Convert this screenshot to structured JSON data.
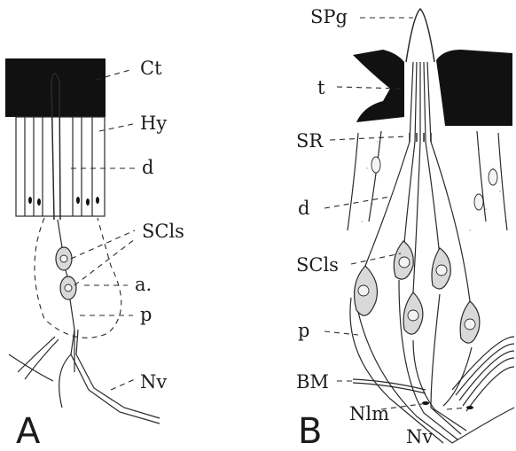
{
  "panel_a": {
    "letter": "A",
    "labels": {
      "ct": "Ct",
      "hy": "Hy",
      "d": "d",
      "scls": "SCls",
      "a": "a.",
      "p": "p",
      "nv": "Nv"
    }
  },
  "panel_b": {
    "letter": "B",
    "labels": {
      "spg": "SPg",
      "t": "t",
      "sr": "SR",
      "d": "d",
      "scls": "SCls",
      "p": "p",
      "bm": "BM",
      "nlm": "Nlm",
      "nv": "Nv"
    }
  }
}
